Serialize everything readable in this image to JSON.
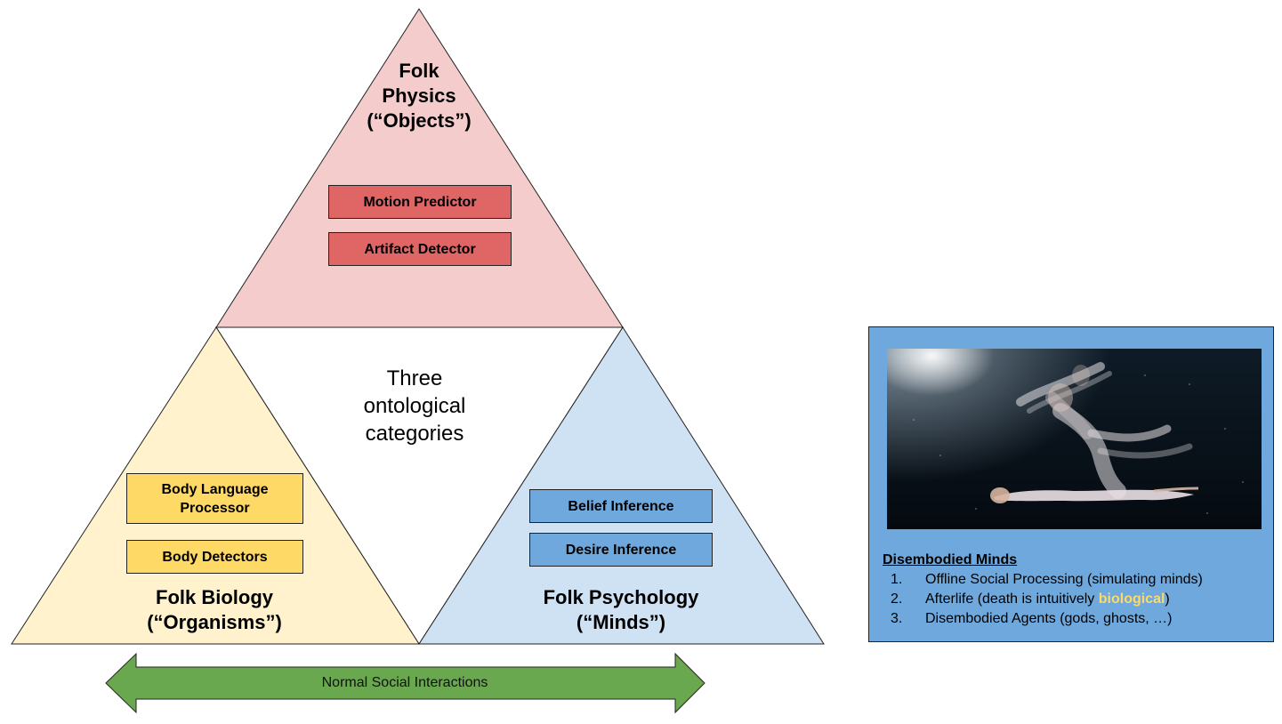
{
  "colors": {
    "physics_fill": "#f4cccc",
    "biology_fill": "#fff2cc",
    "psychology_fill": "#cfe2f3",
    "red_box": "#e06666",
    "yellow_box": "#ffd966",
    "blue_box": "#6fa8dc",
    "arrow_fill": "#6aa84f",
    "panel_fill": "#6fa8dc",
    "highlight_text": "#ffd966"
  },
  "physics": {
    "title_line1": "Folk",
    "title_line2": "Physics",
    "title_line3": "(“Objects”)",
    "boxes": [
      "Motion Predictor",
      "Artifact Detector"
    ]
  },
  "biology": {
    "title_line1": "Folk Biology",
    "title_line2": "(“Organisms”)",
    "boxes": [
      "Body Language Processor",
      "Body Detectors"
    ]
  },
  "psychology": {
    "title_line1": "Folk Psychology",
    "title_line2": "(“Minds”)",
    "boxes": [
      "Belief Inference",
      "Desire Inference"
    ]
  },
  "center": {
    "line1": "Three",
    "line2": "ontological",
    "line3": "categories"
  },
  "arrow": {
    "label": "Normal Social Interactions"
  },
  "panel": {
    "heading": "Disembodied Minds",
    "items": [
      {
        "num": "1.",
        "text": "Offline Social Processing (simulating minds)"
      },
      {
        "num": "2.",
        "text_before": "Afterlife (death is intuitively ",
        "highlight": "biological",
        "text_after": ")"
      },
      {
        "num": "3.",
        "text": "Disembodied Agents (gods, ghosts, …)"
      }
    ]
  }
}
